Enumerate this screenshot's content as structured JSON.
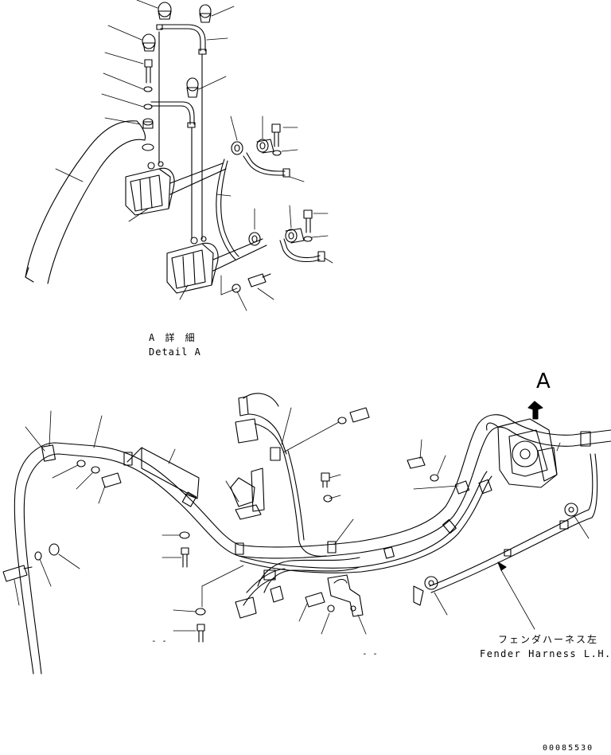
{
  "detail_title": {
    "japanese": "A 詳 細",
    "english": "Detail A"
  },
  "view_marker": "A",
  "fender_harness": {
    "japanese": "フェンダハーネス左",
    "english": "Fender Harness L.H."
  },
  "drawing_number": "00085530",
  "dash_marks": [
    "- -",
    "- -"
  ],
  "colors": {
    "ink": "#000000",
    "paper": "#ffffff"
  }
}
